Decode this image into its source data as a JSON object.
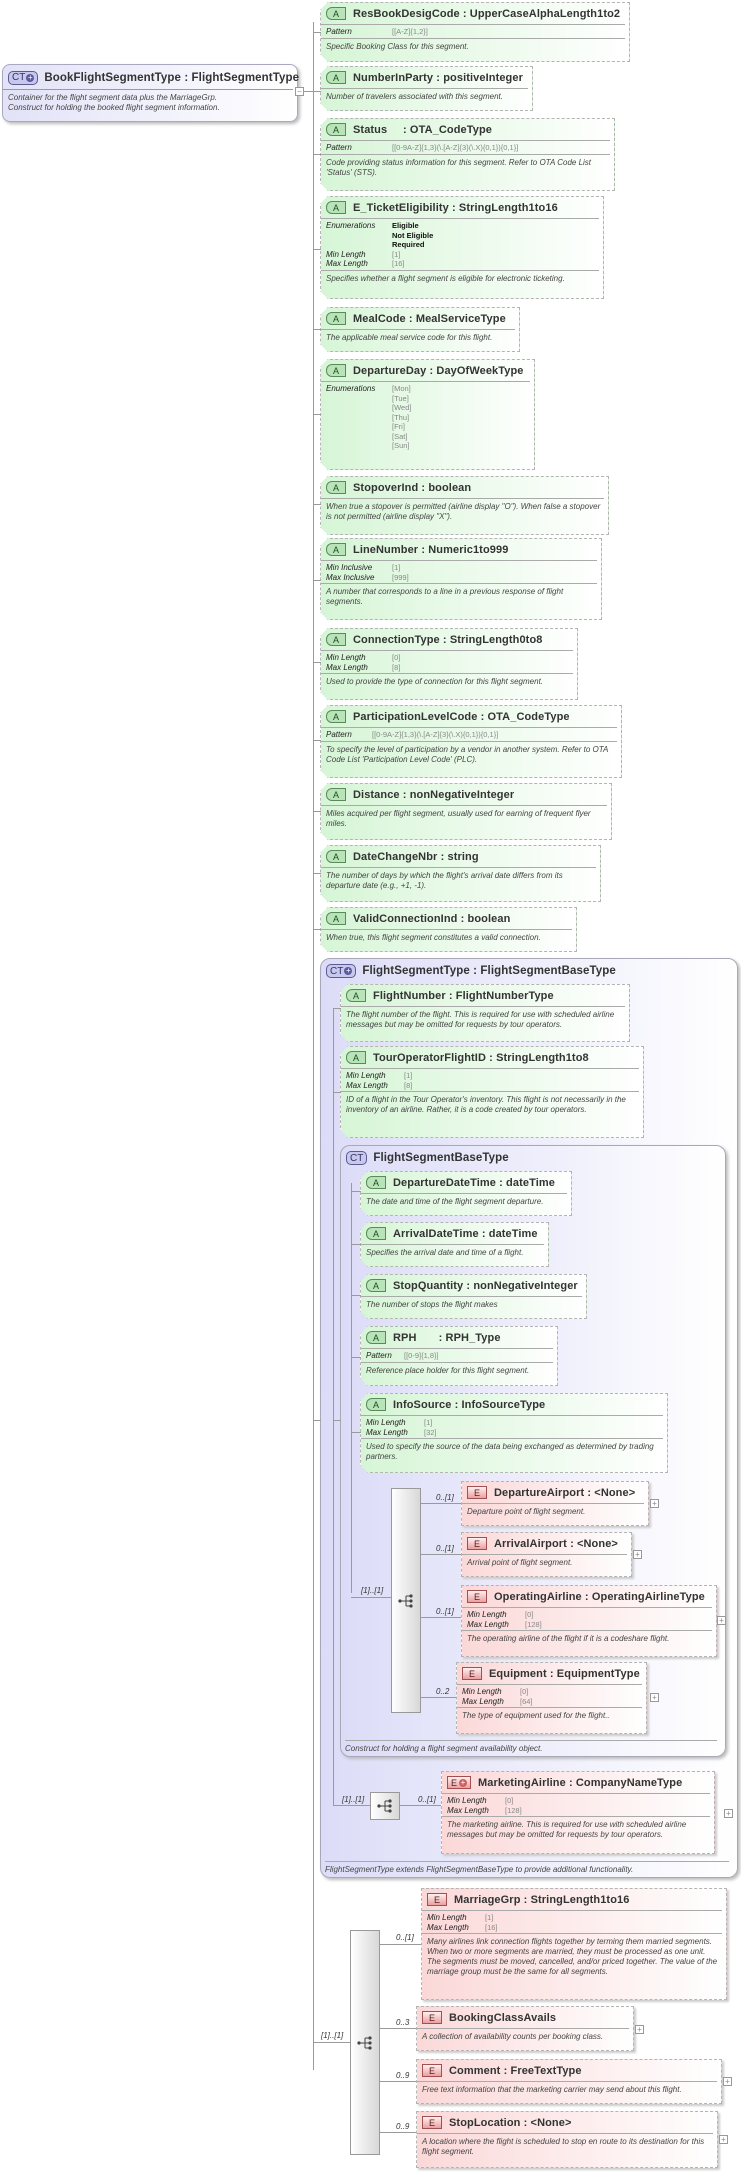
{
  "root": {
    "badge": "CT",
    "title": "BookFlightSegmentType : FlightSegmentType",
    "doc": [
      "Container for the flight segment data plus the MarriageGrp.",
      "Construct for holding the booked flight segment information."
    ]
  },
  "labels": {
    "pattern": "Pattern",
    "enumerations": "Enumerations",
    "min_length": "Min Length",
    "max_length": "Max Length",
    "min_inclusive": "Min Inclusive",
    "max_inclusive": "Max Inclusive",
    "attr_badge": "A",
    "el_badge": "E",
    "ct_badge": "CT"
  },
  "attributes": [
    {
      "name": "ResBookDesigCode : UpperCaseAlphaLength1to2",
      "pattern": "[[A-Z]{1,2}]",
      "doc": "Specific Booking Class for this segment."
    },
    {
      "name": "NumberInParty : positiveInteger",
      "doc": "Number of travelers associated with this segment."
    },
    {
      "name": "Status     : OTA_CodeType",
      "pattern": "[[0-9A-Z]{1,3}(\\.[A-Z]{3}(\\.X){0,1}){0,1}]",
      "doc": "Code providing status information for this segment. Refer to OTA Code List 'Status' (STS)."
    },
    {
      "name": "E_TicketEligibility : StringLength1to16",
      "enumerations": [
        "Eligible",
        "Not Eligible",
        "Required"
      ],
      "min_length": "[1]",
      "max_length": "[16]",
      "doc": "Specifies whether a flight segment is eligible for electronic ticketing."
    },
    {
      "name": "MealCode : MealServiceType",
      "doc": "The applicable meal service code for this flight."
    },
    {
      "name": "DepartureDay : DayOfWeekType",
      "enumerations": [
        "[Mon]",
        "[Tue]",
        "[Wed]",
        "[Thu]",
        "[Fri]",
        "[Sat]",
        "[Sun]"
      ]
    },
    {
      "name": "StopoverInd : boolean",
      "doc": "When true a stopover is permitted (airline display \"O\").  When false a stopover is not permitted (airline display \"X\")."
    },
    {
      "name": "LineNumber : Numeric1to999",
      "min_inclusive": "[1]",
      "max_inclusive": "[999]",
      "doc": "A number that corresponds to a line in a previous response of flight segments."
    },
    {
      "name": "ConnectionType : StringLength0to8",
      "min_length": "[0]",
      "max_length": "[8]",
      "doc": "Used to provide the type of connection for this flight segment."
    },
    {
      "name": "ParticipationLevelCode : OTA_CodeType",
      "pattern": "[[0-9A-Z]{1,3}(\\.[A-Z]{3}(\\.X){0,1}){0,1}]",
      "doc": "To specify the level of participation by a vendor in another system. Refer to OTA Code List 'Participation Level Code' (PLC)."
    },
    {
      "name": "Distance : nonNegativeInteger",
      "doc": "Miles acquired per flight segment, usually used for earning of frequent flyer miles."
    },
    {
      "name": "DateChangeNbr : string",
      "doc": "The number of days by which the flight's arrival date differs from its departure date (e.g., +1, -1)."
    },
    {
      "name": "ValidConnectionInd : boolean",
      "doc": "When true, this flight segment constitutes a valid connection."
    }
  ],
  "flight_segment_type": {
    "title": "FlightSegmentType : FlightSegmentBaseType",
    "footer": "FlightSegmentType extends FlightSegmentBaseType to provide additional functionality.",
    "attributes": [
      {
        "name": "FlightNumber : FlightNumberType",
        "doc": "The flight number of the flight. This is required for use with scheduled airline messages but may be omitted for requests by tour operators."
      },
      {
        "name": "TourOperatorFlightID : StringLength1to8",
        "min_length": "[1]",
        "max_length": "[8]",
        "doc": "ID of a flight in the Tour Operator's inventory. This flight is not necessarily in the inventory of an airline. Rather, it is a code created by tour operators."
      }
    ],
    "base": {
      "title": "FlightSegmentBaseType",
      "footer": "Construct for holding a flight segment availability object.",
      "attributes": [
        {
          "name": "DepartureDateTime : dateTime",
          "doc": "The date and time of the flight segment departure."
        },
        {
          "name": "ArrivalDateTime : dateTime",
          "doc": "Specifies the arrival date and time of a flight."
        },
        {
          "name": "StopQuantity : nonNegativeInteger",
          "doc": "The number of stops the flight makes"
        },
        {
          "name": "RPH       : RPH_Type",
          "pattern": "[[0-9]{1,8}]",
          "doc": "Reference place holder for this flight segment."
        },
        {
          "name": "InfoSource : InfoSourceType",
          "min_length": "[1]",
          "max_length": "[32]",
          "doc": "Used to specify the source of the data being exchanged as determined by trading partners."
        }
      ],
      "sequence_mult": "[1]..[1]",
      "elements": [
        {
          "mult": "0..[1]",
          "name": "DepartureAirport : <None>",
          "doc": "Departure point of flight segment."
        },
        {
          "mult": "0..[1]",
          "name": "ArrivalAirport : <None>",
          "doc": "Arrival point of flight segment."
        },
        {
          "mult": "0..[1]",
          "name": "OperatingAirline : OperatingAirlineType",
          "min_length": "[0]",
          "max_length": "[128]",
          "doc": "The operating airline of the flight if it is a codeshare  flight."
        },
        {
          "mult": "0..2",
          "name": "Equipment : EquipmentType",
          "min_length": "[0]",
          "max_length": "[64]",
          "doc": "The type of equipment  used for the  flight.."
        }
      ]
    },
    "sequence_mult": "[1]..[1]",
    "elements": [
      {
        "mult": "0..[1]",
        "name": "MarketingAirline : CompanyNameType",
        "min_length": "[0]",
        "max_length": "[128]",
        "doc": "The marketing airline. This is required for use with scheduled airline messages but may be omitted for requests by tour operators."
      }
    ]
  },
  "sequence_mult": "[1]..[1]",
  "elements": [
    {
      "mult": "0..[1]",
      "name": "MarriageGrp : StringLength1to16",
      "min_length": "[1]",
      "max_length": "[16]",
      "doc": "Many airlines link connection flights together by terming them married segments.  When two or more segments are married, they must be processed as one unit. The segments must be moved, cancelled, and/or priced together. The value of the marriage group must be the same for all segments."
    },
    {
      "mult": "0..3",
      "name": "BookingClassAvails",
      "doc": "A collection of availability counts per booking class."
    },
    {
      "mult": "0..9",
      "name": "Comment : FreeTextType",
      "doc": "Free text information that the marketing carrier may send about this flight."
    },
    {
      "mult": "0..9",
      "name": "StopLocation : <None>",
      "doc": "A location where the flight is scheduled to stop en route to its destination for this flight segment."
    }
  ]
}
